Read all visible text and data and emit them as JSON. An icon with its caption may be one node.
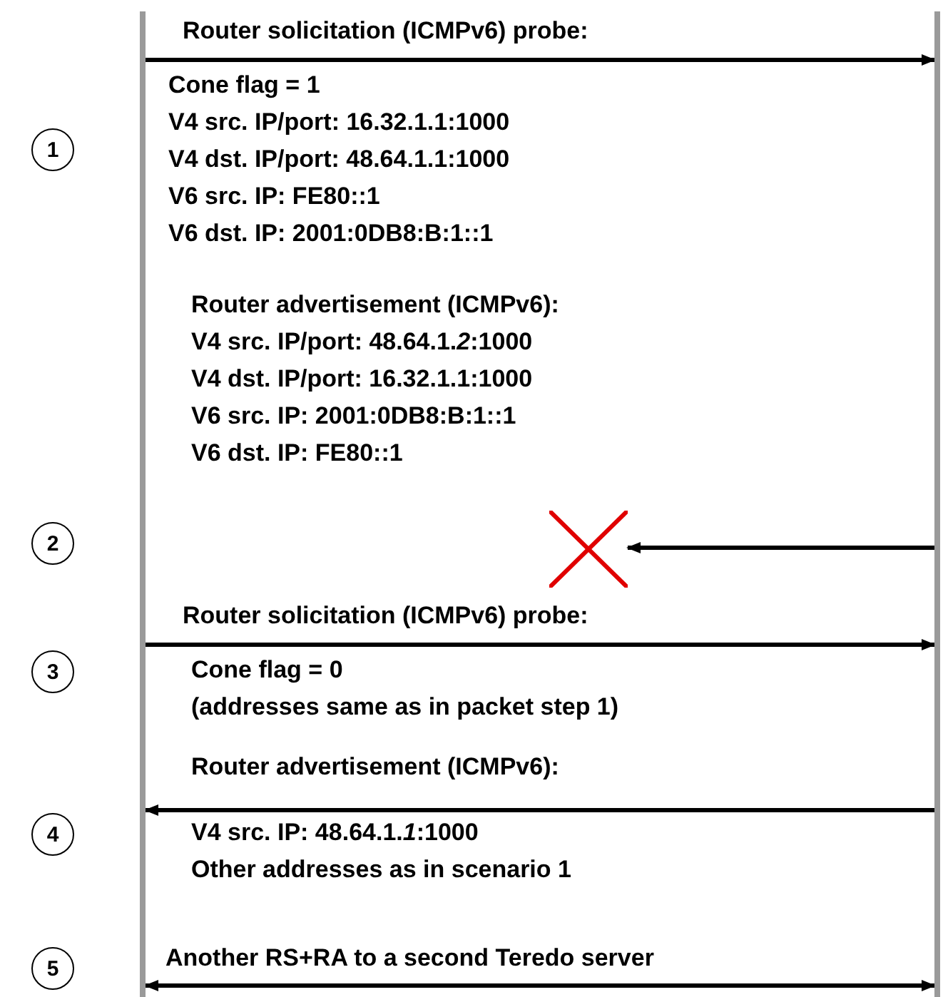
{
  "diagram": {
    "nodes": [
      {
        "text": [],
        "shape": "bar"
      },
      {
        "text": [],
        "shape": "bar"
      },
      {
        "text": [
          "1"
        ]
      },
      {
        "text": [
          "2"
        ]
      },
      {
        "text": [
          "3"
        ]
      },
      {
        "text": [
          "4"
        ]
      },
      {
        "text": [
          "5"
        ]
      },
      {
        "text": [],
        "shape": "cross"
      }
    ],
    "edges": [
      {
        "from": 0,
        "to": 1,
        "arrow": "to",
        "label": "Router solicitation (ICMPv6) probe:"
      },
      {
        "from": 1,
        "to": 7,
        "arrow": "to"
      },
      {
        "from": 0,
        "to": 1,
        "arrow": "to",
        "label": "Router solicitation (ICMPv6) probe:"
      },
      {
        "from": 1,
        "to": 0,
        "arrow": "to",
        "label": "Router advertisement (ICMPv6):"
      },
      {
        "from": 0,
        "to": 1,
        "arrow": "both",
        "label": "Another RS+RA to a second Teredo server"
      }
    ],
    "labels": [
      "Cone flag = 1",
      "V4 src. IP/port: 16.32.1.1:1000",
      "V4 dst. IP/port: 48.64.1.1:1000",
      "V6 src. IP: FE80::1",
      "V6 dst. IP: 2001:0DB8:B:1::1",
      "Router advertisement (ICMPv6):",
      "V4 src. IP/port: 48.64.1.*2*:1000",
      "V4 dst. IP/port: 16.32.1.1:1000",
      "V6 src. IP: 2001:0DB8:B:1::1",
      "V6 dst. IP: FE80::1",
      "Cone flag = 0",
      "(addresses same as in packet step 1)",
      "V4 src. IP: 48.64.1.*1*:1000",
      "Other addresses as in scenario 1"
    ]
  }
}
